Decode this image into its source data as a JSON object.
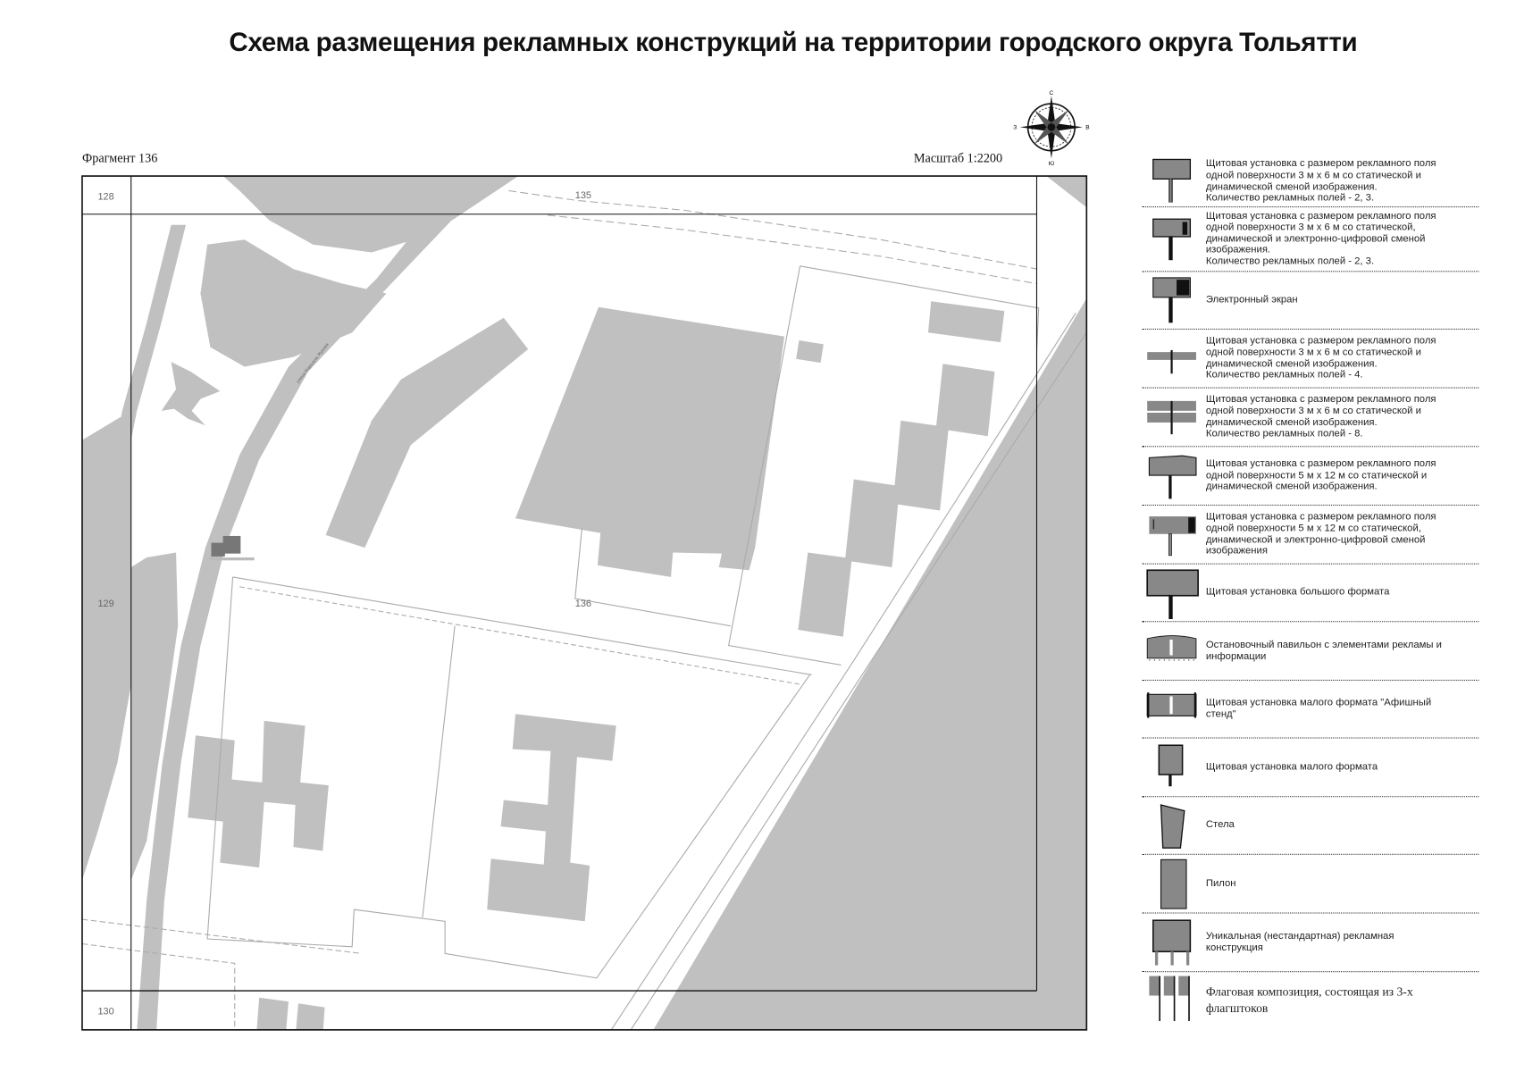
{
  "title": "Схема размещения рекламных конструкций на территории городского округа Тольятти",
  "fragment_label": "Фрагмент 136",
  "scale_label": "Масштаб 1:2200",
  "compass": {
    "north": "С",
    "south": "Ю",
    "east": "В",
    "west": "З"
  },
  "map": {
    "fill_color": "#c0c0c0",
    "cells": {
      "c128": "128",
      "c129": "129",
      "c130": "130",
      "c135": "135",
      "c136": "136"
    },
    "street_label": "улица Маршала Жукова"
  },
  "legend": [
    {
      "icon": "billboard-3x6",
      "text": "Щитовая установка с размером рекламного поля\nодной поверхности 3 м х 6 м со статической и\nдинамической сменой изображения.\nКоличество рекламных полей - 2, 3."
    },
    {
      "icon": "billboard-3x6-digital",
      "text": "Щитовая установка с размером рекламного поля\nодной поверхности 3 м х 6 м со статической,\nдинамической и электронно-цифровой сменой\nизображения.\nКоличество рекламных полей - 2, 3."
    },
    {
      "icon": "electronic-screen",
      "text": "Электронный экран"
    },
    {
      "icon": "billboard-4-fields",
      "text": "Щитовая установка с размером рекламного поля\nодной поверхности 3 м х 6 м со статической и\nдинамической сменой изображения.\nКоличество рекламных полей - 4."
    },
    {
      "icon": "billboard-8-fields",
      "text": "Щитовая установка с размером рекламного поля\nодной поверхности 3 м х 6 м со статической и\nдинамической сменой изображения.\nКоличество рекламных полей - 8."
    },
    {
      "icon": "billboard-5x12",
      "text": "Щитовая установка с размером рекламного поля\nодной поверхности 5 м х 12 м со статической и\nдинамической сменой изображения."
    },
    {
      "icon": "billboard-5x12-digital",
      "text": "Щитовая установка с размером рекламного поля\nодной поверхности 5 м х 12 м со статической,\nдинамической и электронно-цифровой сменой\nизображения"
    },
    {
      "icon": "billboard-large",
      "text": "Щитовая установка большого формата"
    },
    {
      "icon": "bus-stop-pavilion",
      "text": "Остановочный павильон с элементами рекламы и\nинформации"
    },
    {
      "icon": "poster-stand",
      "text": "Щитовая установка малого формата \"Афишный\nстенд\""
    },
    {
      "icon": "billboard-small",
      "text": "Щитовая установка малого формата"
    },
    {
      "icon": "stele",
      "text": "Стела"
    },
    {
      "icon": "pylon",
      "text": "Пилон"
    },
    {
      "icon": "unique-construction",
      "text": "Уникальная (нестандартная) рекламная\nконструкция"
    },
    {
      "icon": "flag-composition",
      "text": "Флаговая композиция, состоящая из 3-х\nфлагштоков",
      "serif": true
    }
  ]
}
